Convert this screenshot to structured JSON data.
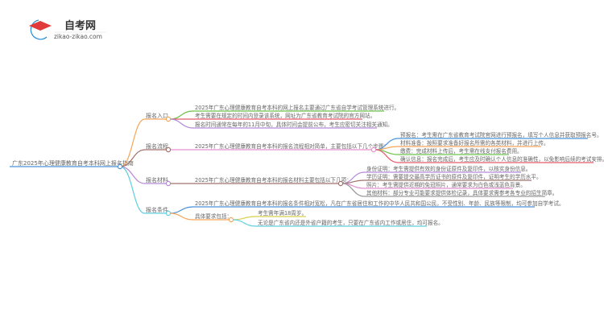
{
  "logo": {
    "title": "自考网",
    "url": "zikao-zikao.com"
  },
  "root": "广东2025年心理健康教育自考本科网上报名指南",
  "branches": [
    {
      "label": "报名入口",
      "color": "#f5a55a",
      "children": [
        "2025年广东心理健康教育自考本科的网上报名主要通过广东省自学考试管理系统进行。",
        "考生需要在规定的时间内登录该系统，网址为广东省教育考试院的官方网站。",
        "报名时间通常在每年的11月中旬，具体时间会提前公布，考生应密切关注相关通知。"
      ]
    },
    {
      "label": "报名流程",
      "color": "#a0716a",
      "summary": "2025年广东心理健康教育自考本科的报名流程相对简单，主要包括以下几个步骤：",
      "children": [
        "预报名：考生需在广东省教育考试院官网进行预报名，填写个人信息并获取预报名号。",
        "材料准备：按照要求准备好报名所需的各类材料，并进行上传。",
        "缴费：完成材料上传后，考生需在线支付报名费用。",
        "确认信息：报名完成后，考生应及时确认个人信息的准确性，以免影响后续的考试安排。"
      ]
    },
    {
      "label": "报名材料",
      "color": "#b48ad8",
      "summary": "2025年广东心理健康教育自考本科的报名材料主要包括以下几项：",
      "children": [
        "身份证明：考生需提供有效的身份证原件及复印件，以核实身份信息。",
        "学历证明：需要提交最高学历证书的原件及复印件，证明考生的学历水平。",
        "照片：考生需提供近期的免冠照片，通常要求为白色或浅蓝色背景。",
        "其他材料：部分专业可能要求提供体检记录，具体要求需参考各专业的招生简章。"
      ]
    },
    {
      "label": "报名条件",
      "color": "#5ecfe0",
      "children": [
        "2025年广东心理健康教育自考本科的报名条件相对宽松，凡在广东省居住和工作的中华人民共和国公民，不受性别、年龄、民族等限制，均可参加自学考试。"
      ],
      "sub": {
        "label": "具体要求包括：",
        "children": [
          "考生需年满18周岁。",
          "无论是广东省内还是外省户籍的考生，只要在广东省内工作或居住，均可报名。"
        ]
      }
    }
  ]
}
